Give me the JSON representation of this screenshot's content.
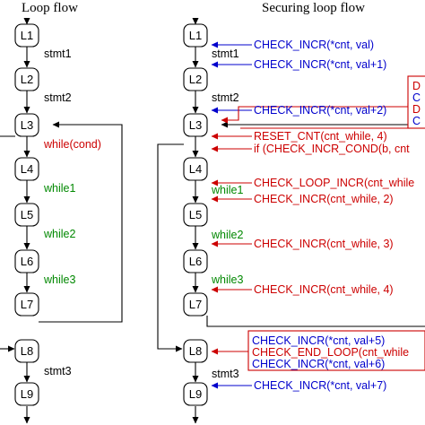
{
  "titles": {
    "left": "Loop flow",
    "right": "Securing loop flow"
  },
  "nodes": [
    "L1",
    "L2",
    "L3",
    "L4",
    "L5",
    "L6",
    "L7",
    "L8",
    "L9"
  ],
  "left_labels": {
    "stmt1": "stmt1",
    "stmt2": "stmt2",
    "while_cond": "while(cond)",
    "while1": "while1",
    "while2": "while2",
    "while3": "while3",
    "stmt3": "stmt3"
  },
  "right_labels": {
    "stmt1": "stmt1",
    "stmt2": "stmt2",
    "while1": "while1",
    "while2": "while2",
    "while3": "while3",
    "stmt3": "stmt3"
  },
  "countermeasures": {
    "c1": "CHECK_INCR(*cnt, val)",
    "c2": "CHECK_INCR(*cnt, val+1)",
    "c3": "CHECK_INCR(*cnt, val+2)",
    "c4": "RESET_CNT(cnt_while, 4)",
    "c5": "if (CHECK_INCR_COND(b, cnt",
    "c6": "CHECK_LOOP_INCR(cnt_while",
    "c7": "CHECK_INCR(cnt_while, 2)",
    "c8": "CHECK_INCR(cnt_while, 3)",
    "c9": "CHECK_INCR(cnt_while, 4)",
    "c10": "CHECK_INCR(*cnt, val+5)",
    "c11": "CHECK_END_LOOP(cnt_while",
    "c12": "CHECK_INCR(*cnt, val+6)",
    "c13": "CHECK_INCR(*cnt, val+7)"
  },
  "decl_box": [
    "D",
    "C",
    "D",
    "C"
  ],
  "colors": {
    "blue": "#0000cc",
    "red": "#cc0000",
    "green": "#008800",
    "black": "#000000"
  }
}
